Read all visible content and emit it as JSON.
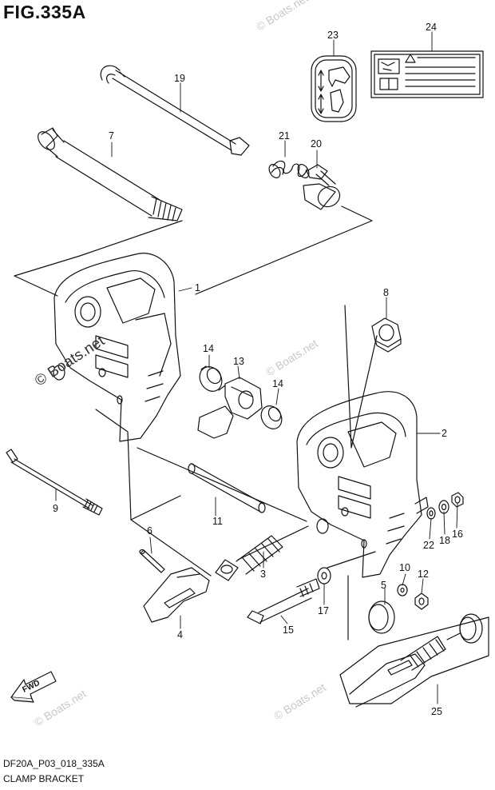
{
  "header": {
    "figure_title": "FIG.335A"
  },
  "footer": {
    "drawing_code": "DF20A_P03_018_335A",
    "section_name": "CLAMP BRACKET"
  },
  "watermarks": [
    {
      "text": "© Boats.net"
    },
    {
      "text": "© Boats.net"
    },
    {
      "text": "© Boats.net"
    },
    {
      "text": "© Boats.net"
    },
    {
      "text": "© Boats.net"
    }
  ],
  "direction_marker": {
    "label": "FWD",
    "icon": "arrow-fwd-icon"
  },
  "parts": [
    {
      "ref": "1",
      "item": "clamp-bracket-left"
    },
    {
      "ref": "2",
      "item": "clamp-bracket-right"
    },
    {
      "ref": "3",
      "item": "clamp-screw-left"
    },
    {
      "ref": "4",
      "item": "clamp-handle-left"
    },
    {
      "ref": "5",
      "item": "clamp-pad"
    },
    {
      "ref": "6",
      "item": "pin"
    },
    {
      "ref": "7",
      "item": "swivel-bolt"
    },
    {
      "ref": "8",
      "item": "nut"
    },
    {
      "ref": "9",
      "item": "through-bolt"
    },
    {
      "ref": "10",
      "item": "washer"
    },
    {
      "ref": "11",
      "item": "spacer-tube"
    },
    {
      "ref": "12",
      "item": "nut-small"
    },
    {
      "ref": "13",
      "item": "tilt-lock-plate"
    },
    {
      "ref": "14",
      "item": "bushing"
    },
    {
      "ref": "15",
      "item": "clamp-bolt"
    },
    {
      "ref": "16",
      "item": "nut-right"
    },
    {
      "ref": "17",
      "item": "washer-large"
    },
    {
      "ref": "18",
      "item": "washer-right"
    },
    {
      "ref": "19",
      "item": "tilt-lever-rod"
    },
    {
      "ref": "20",
      "item": "knob"
    },
    {
      "ref": "21",
      "item": "spring"
    },
    {
      "ref": "22",
      "item": "washer-flat"
    },
    {
      "ref": "23",
      "item": "caution-label"
    },
    {
      "ref": "24",
      "item": "instruction-label"
    },
    {
      "ref": "25",
      "item": "clamp-screw-assembly"
    }
  ]
}
